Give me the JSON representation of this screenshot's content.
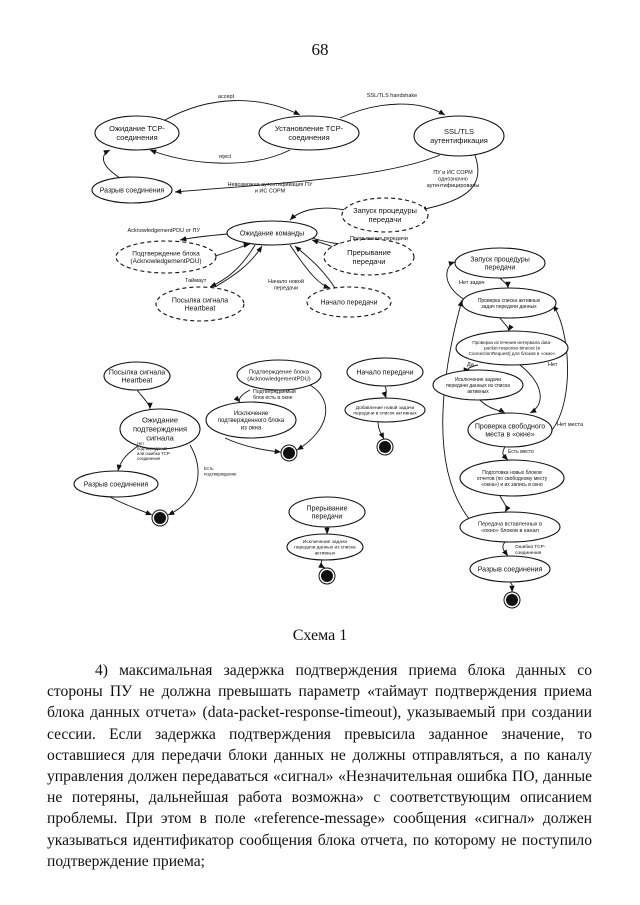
{
  "page_number": "68",
  "caption": "Схема 1",
  "paragraph": "4) максимальная задержка подтверждения приема блока данных со стороны ПУ не должна превышать параметр «таймаут подтверждения приема блока данных отчета» (data-packet-response-timeout), указываемый при создании сессии. Если задержка подтверждения превысила заданное значение, то оставшиеся для передачи блоки данных не должны отправляться, а по каналу управления должен передаваться «сигнал» «Незначительная ошибка ПО, данные не потеряны, дальнейшая работа возможна» с соответствующим описанием проблемы. При этом в поле «reference-message» сообщения «сигнал» должен указываться идентификатор сообщения блока отчета, по которому не поступило подтверждение приема;",
  "diagram": {
    "nodes": [
      {
        "id": "wait-tcp",
        "lines": [
          "Ожидание TCP-",
          "соединения"
        ]
      },
      {
        "id": "establish-tcp",
        "lines": [
          "Установление TCP-",
          "соединения"
        ]
      },
      {
        "id": "ssl-auth",
        "lines": [
          "SSL/TLS",
          "аутентификация"
        ]
      },
      {
        "id": "disconnect-1",
        "lines": [
          "Разрыв соединения"
        ]
      },
      {
        "id": "start-transfer-1",
        "lines": [
          "Запуск процедуры",
          "передачи"
        ]
      },
      {
        "id": "wait-command",
        "lines": [
          "Ожидание команды"
        ]
      },
      {
        "id": "ack-block-1",
        "lines": [
          "Подтверждение блока",
          "(AcknowledgementPDU)"
        ]
      },
      {
        "id": "abort-transfer-1",
        "lines": [
          "Прерывание",
          "передачи"
        ]
      },
      {
        "id": "heartbeat-1",
        "lines": [
          "Посылка сигнала",
          "Heartbeat"
        ]
      },
      {
        "id": "begin-transfer-1",
        "lines": [
          "Начало передачи"
        ]
      },
      {
        "id": "start-transfer-2",
        "lines": [
          "Запуск процедуры",
          "передачи"
        ]
      },
      {
        "id": "check-active",
        "lines": [
          "Проверка списка активных",
          "задач передачи данных"
        ]
      },
      {
        "id": "check-interval",
        "lines": [
          "Проверка истечения интервала data-",
          "packet-response-timeout (в",
          "ConnectionRequest) для блоков в «окне»"
        ]
      },
      {
        "id": "exclude-task-1",
        "lines": [
          "Исключение задачи",
          "передачи данных из списка",
          "активных"
        ]
      },
      {
        "id": "check-free",
        "lines": [
          "Проверка свободного",
          "места в «окне»"
        ]
      },
      {
        "id": "prepare-blocks",
        "lines": [
          "Подготовка новых блоков",
          "отчетов (по свободному месту",
          "«окна») и их запись в окно"
        ]
      },
      {
        "id": "send-blocks",
        "lines": [
          "Передача  вставленных в",
          "«окно» блоков в канал"
        ]
      },
      {
        "id": "disconnect-2",
        "lines": [
          "Разрыв соединения"
        ]
      },
      {
        "id": "heartbeat-2",
        "lines": [
          "Посылка сигнала",
          "Heartbeat"
        ]
      },
      {
        "id": "wait-signal-ack",
        "lines": [
          "Ожидание",
          "подтверждения",
          "сигнала"
        ]
      },
      {
        "id": "disconnect-3",
        "lines": [
          "Разрыв соединения"
        ]
      },
      {
        "id": "ack-block-2",
        "lines": [
          "Подтверждение блока",
          "(AcknowledgementPDU)"
        ]
      },
      {
        "id": "exclude-acked",
        "lines": [
          "Исключение",
          "подтвержденного блока",
          "из окна"
        ]
      },
      {
        "id": "begin-transfer-2",
        "lines": [
          "Начало передачи"
        ]
      },
      {
        "id": "add-task",
        "lines": [
          "Добавление новой задачи",
          "передачи в список активных"
        ]
      },
      {
        "id": "abort-transfer-2",
        "lines": [
          "Прерывание",
          "передачи"
        ]
      },
      {
        "id": "exclude-task-2",
        "lines": [
          "Исключение задачи",
          "передачи данных из списка",
          "активных"
        ]
      }
    ],
    "edge_labels": [
      {
        "id": "accept",
        "lines": [
          "accept"
        ]
      },
      {
        "id": "ssl-handshake",
        "lines": [
          "SSL/TLS handshake"
        ]
      },
      {
        "id": "reject",
        "lines": [
          "reject"
        ]
      },
      {
        "id": "auth-failed",
        "lines": [
          "Невозможна аутентификация ПУ",
          "и ИС СОРМ"
        ]
      },
      {
        "id": "auth-ok",
        "lines": [
          "ПУ и ИС СОРМ",
          "однозначно",
          "аутентифицированы"
        ]
      },
      {
        "id": "ack-from-pu",
        "lines": [
          "AcknowledgementPDU от ПУ"
        ]
      },
      {
        "id": "abort-label",
        "lines": [
          "Прерывание передачи"
        ]
      },
      {
        "id": "timeout",
        "lines": [
          "Таймаут"
        ]
      },
      {
        "id": "new-transfer",
        "lines": [
          "Начало новой",
          "передачи"
        ]
      },
      {
        "id": "no-tasks",
        "lines": [
          "Нет задач"
        ]
      },
      {
        "id": "yes",
        "lines": [
          "Да"
        ]
      },
      {
        "id": "no",
        "lines": [
          "Нет"
        ]
      },
      {
        "id": "no-space",
        "lines": [
          "Нет места"
        ]
      },
      {
        "id": "has-space",
        "lines": [
          "Есть место"
        ]
      },
      {
        "id": "tcp-error",
        "lines": [
          "Ошибка TCP-",
          "соединения"
        ]
      },
      {
        "id": "no-ack",
        "lines": [
          "Нет",
          "подтверждения",
          "или ошибка TCP-",
          "соединения"
        ]
      },
      {
        "id": "has-ack",
        "lines": [
          "Есть",
          "подтверждение"
        ]
      },
      {
        "id": "block-in-window",
        "lines": [
          "Подтверждаемый",
          "блок есть в окне"
        ]
      }
    ]
  }
}
